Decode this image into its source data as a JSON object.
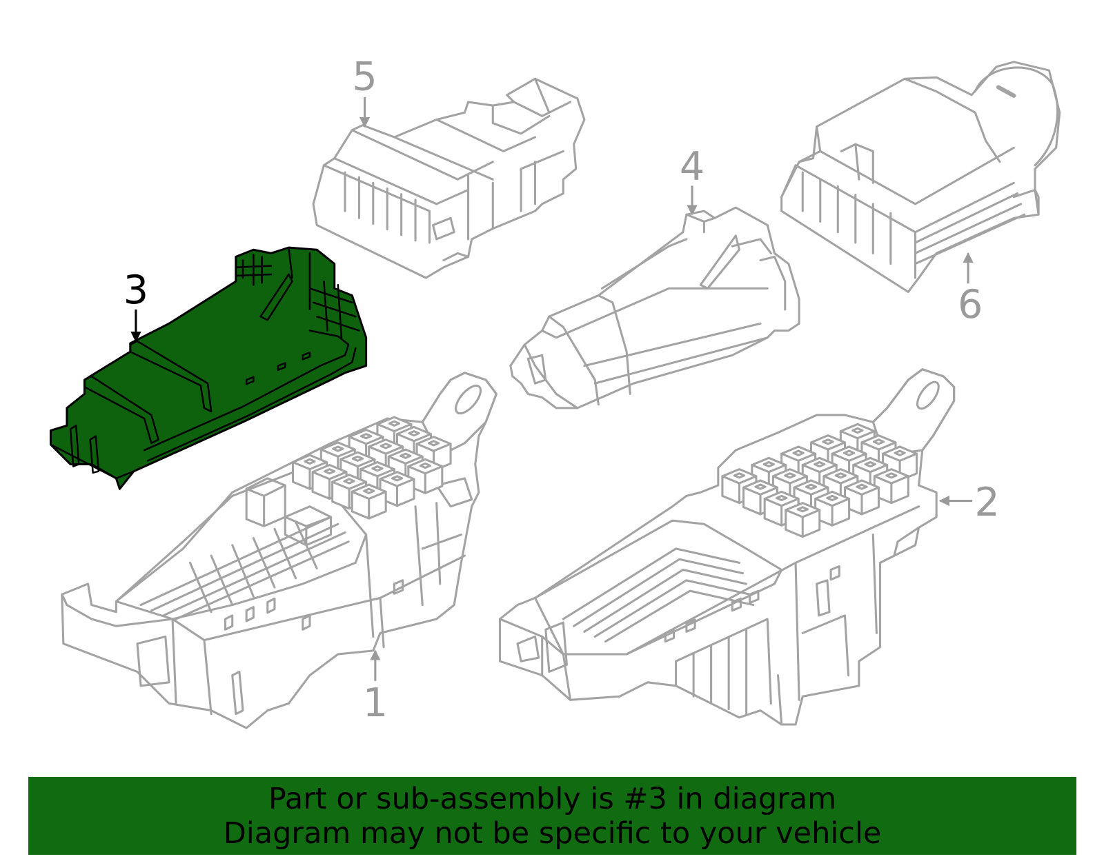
{
  "callouts": {
    "part1": "1",
    "part2": "2",
    "part3": "3",
    "part4": "4",
    "part5": "5",
    "part6": "6"
  },
  "banner": {
    "line1": "Part or sub-assembly is #3 in diagram",
    "line2": "Diagram may not be specific to your vehicle"
  },
  "colors": {
    "outline": "#a3a3a3",
    "highlight": "#0e620e",
    "banner": "#116b11"
  }
}
